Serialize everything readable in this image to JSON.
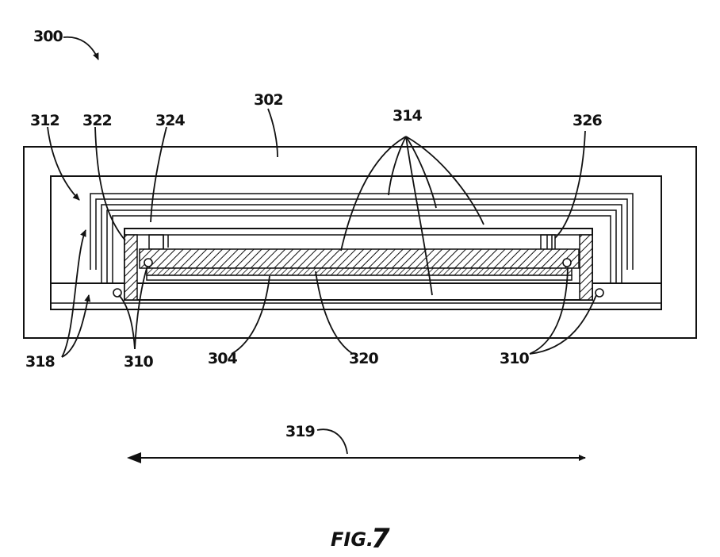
{
  "figure": {
    "caption_prefix": "FIG.",
    "caption_number": "7"
  },
  "refs": {
    "r300": "300",
    "r302": "302",
    "r312": "312",
    "r322": "322",
    "r324": "324",
    "r314": "314",
    "r326": "326",
    "r318": "318",
    "r310a": "310",
    "r304": "304",
    "r320": "320",
    "r310b": "310",
    "r319": "319"
  }
}
